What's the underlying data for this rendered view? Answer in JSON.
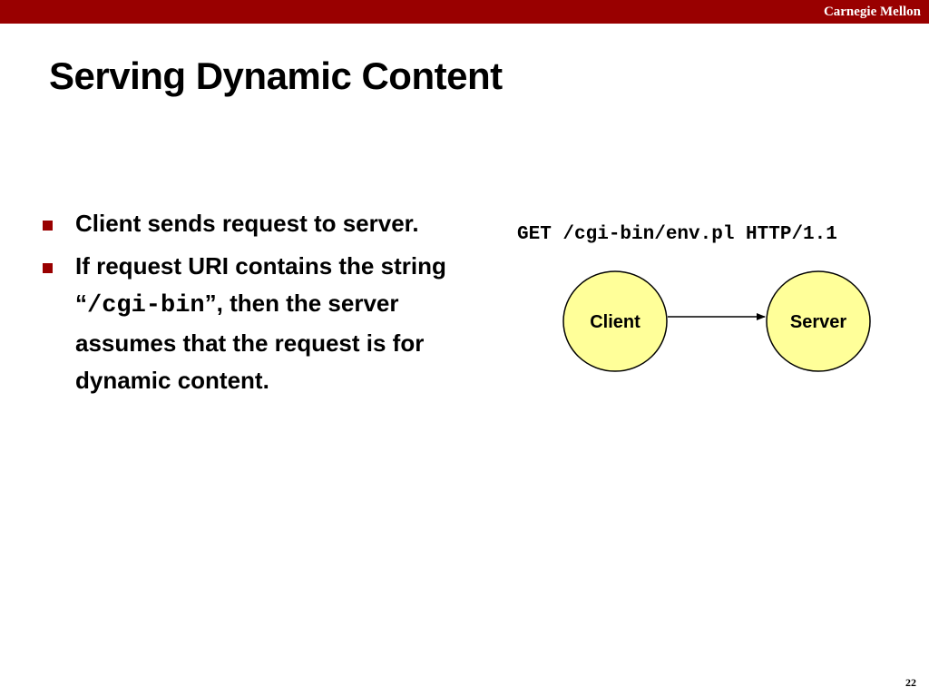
{
  "header": {
    "brand": "Carnegie Mellon",
    "bar_color": "#990000"
  },
  "slide": {
    "title": "Serving Dynamic Content",
    "page_number": "22"
  },
  "bullets": [
    {
      "text": "Client sends request to server."
    },
    {
      "text_before": "If request URI contains the string “",
      "code": "/cgi-bin",
      "text_after": "”, then the server assumes that the request is for dynamic content."
    }
  ],
  "diagram": {
    "request_line": "GET /cgi-bin/env.pl HTTP/1.1",
    "client_label": "Client",
    "server_label": "Server",
    "node_fill": "#ffff99"
  }
}
